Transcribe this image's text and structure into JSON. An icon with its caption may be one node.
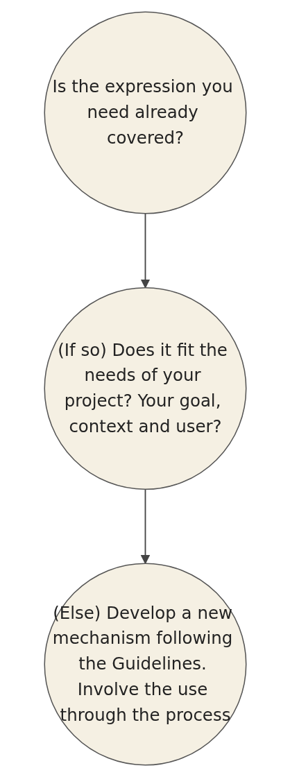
{
  "diagram": {
    "nodes": [
      {
        "text": [
          "Is the expression you need already covered?"
        ]
      },
      {
        "text": [
          "(If so) Does it fit the needs of your project? Your goal, context and user?"
        ]
      },
      {
        "text": [
          "(Else) Develop a new mechanism following the Guidelines. Involve the use through the process"
        ]
      }
    ],
    "edges": [
      {
        "from": 0,
        "to": 1,
        "arrow": "to"
      },
      {
        "from": 1,
        "to": 2,
        "arrow": "to"
      }
    ]
  }
}
